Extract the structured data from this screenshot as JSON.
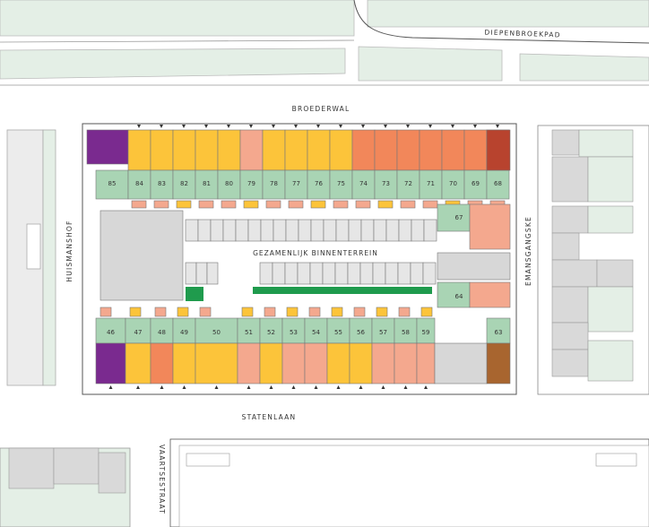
{
  "streets": {
    "diepenbroekpad": "DIEPENBROEKPAD",
    "broederwal": "BROEDERWAL",
    "huismanshof": "HUISMANSHOF",
    "emansgangske": "EMANSGANGSKE",
    "statenlaan": "STATENLAAN",
    "vaartsestraat": "VAARTSESTRAAT"
  },
  "courtyard": {
    "label": "GEZAMENLIJK BINNENTERREIN"
  },
  "plots": {
    "row_top": [
      "85",
      "84",
      "83",
      "82",
      "81",
      "80",
      "79",
      "78",
      "77",
      "76",
      "75",
      "74",
      "73",
      "72",
      "71",
      "70",
      "69",
      "68"
    ],
    "east": [
      "67",
      "64",
      "63"
    ],
    "row_bottom": [
      "46",
      "47",
      "48",
      "49",
      "50",
      "51",
      "52",
      "53",
      "54",
      "55",
      "56",
      "57",
      "58",
      "59"
    ]
  },
  "colors": {
    "green": "#a9d4b4",
    "yellow": "#fcc43a",
    "orange": "#f2875a",
    "salmon": "#f4a88e",
    "purple": "#7a2a8f",
    "brown": "#a8652f",
    "darkred": "#b8432e",
    "grey": "#d7d7d7",
    "parkgreen": "#1f9b4d",
    "background_green": "#e4efe6"
  }
}
